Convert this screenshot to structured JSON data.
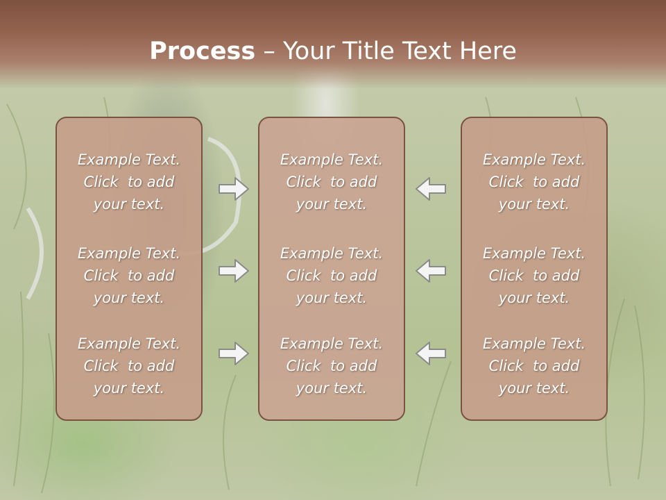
{
  "slide": {
    "title_bold": "Process",
    "title_rest": " – Your Title Text Here"
  },
  "columns": [
    {
      "items": [
        {
          "line1": "Example Text.",
          "line2": "Click  to add",
          "line3": "your text."
        },
        {
          "line1": "Example Text.",
          "line2": "Click  to add",
          "line3": "your text."
        },
        {
          "line1": "Example Text.",
          "line2": "Click  to add",
          "line3": "your text."
        }
      ]
    },
    {
      "items": [
        {
          "line1": "Example Text.",
          "line2": "Click  to add",
          "line3": "your text."
        },
        {
          "line1": "Example Text.",
          "line2": "Click  to add",
          "line3": "your text."
        },
        {
          "line1": "Example Text.",
          "line2": "Click  to add",
          "line3": "your text."
        }
      ]
    },
    {
      "items": [
        {
          "line1": "Example Text.",
          "line2": "Click  to add",
          "line3": "your text."
        },
        {
          "line1": "Example Text.",
          "line2": "Click  to add",
          "line3": "your text."
        },
        {
          "line1": "Example Text.",
          "line2": "Click  to add",
          "line3": "your text."
        }
      ]
    }
  ],
  "colors": {
    "header": "#93624d",
    "box_fill": "#c9a592",
    "box_border": "#7a5244",
    "arrow_fill": "#f4f4f4",
    "arrow_stroke": "#8a8a8a"
  },
  "icons": {
    "left_arrows": "arrow-right-icon",
    "right_arrows": "arrow-left-icon"
  }
}
